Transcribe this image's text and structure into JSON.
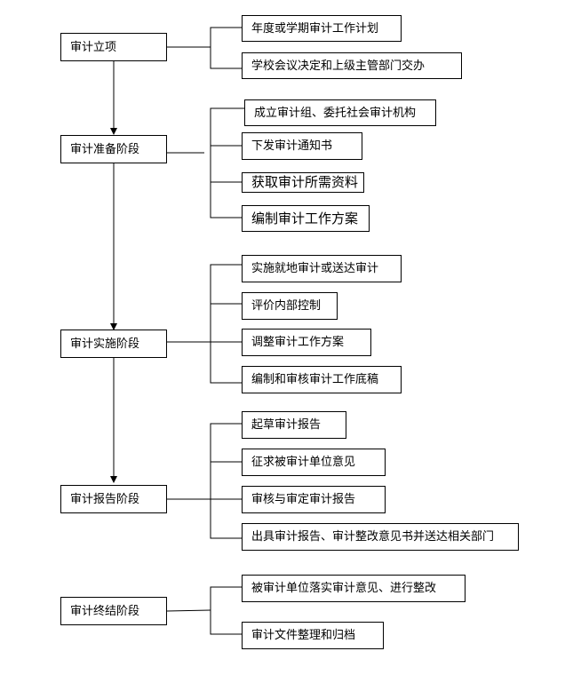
{
  "stages": [
    {
      "label": "审计立项",
      "steps": [
        "年度或学期审计工作计划",
        "学校会议决定和上级主管部门交办"
      ]
    },
    {
      "label": "审计准备阶段",
      "steps": [
        "成立审计组、委托社会审计机构",
        "下发审计通知书",
        "获取审计所需资料",
        "编制审计工作方案"
      ]
    },
    {
      "label": "审计实施阶段",
      "steps": [
        "实施就地审计或送达审计",
        "评价内部控制",
        "调整审计工作方案",
        "编制和审核审计工作底稿"
      ]
    },
    {
      "label": "审计报告阶段",
      "steps": [
        "起草审计报告",
        "征求被审计单位意见",
        "审核与审定审计报告",
        "出具审计报告、审计整改意见书并送达相关部门"
      ]
    },
    {
      "label": "审计终结阶段",
      "steps": [
        "被审计单位落实审计意见、进行整改",
        "审计文件整理和归档"
      ]
    }
  ]
}
